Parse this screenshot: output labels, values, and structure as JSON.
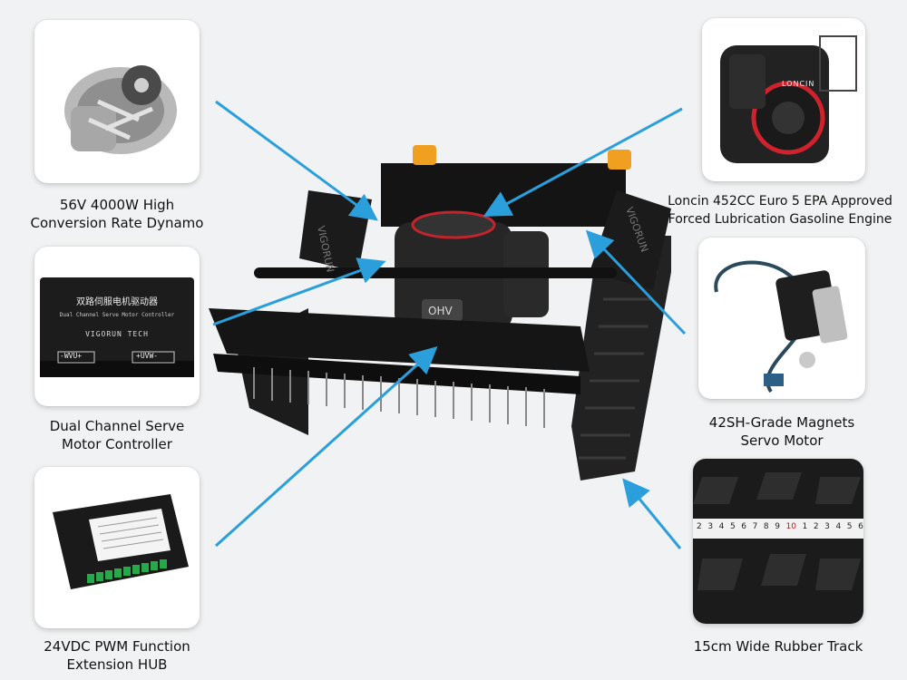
{
  "accent_color": "#2b9fdc",
  "center_image": {
    "icon": "remote-controlled-tracked-lawn-mower",
    "brand_text": "VIGORUN",
    "engine_text": "OHV"
  },
  "components": [
    {
      "id": "dynamo",
      "icon": "dynamo-alternator",
      "caption_lines": [
        "56V 4000W High",
        "Conversion Rate Dynamo"
      ]
    },
    {
      "id": "controller",
      "icon": "servo-motor-controller-box",
      "caption_lines": [
        "Dual Channel Serve",
        "Motor Controller"
      ],
      "device_text": {
        "title_cn": "双路伺服电机驱动器",
        "subtitle": "Dual Channel Serve Motor Controller",
        "brand": "VIGORUN TECH",
        "terminals_left": "-WVU+",
        "terminals_right": "+UVW-"
      }
    },
    {
      "id": "hub",
      "icon": "pwm-extension-hub-module",
      "caption_lines": [
        "24VDC PWM Function",
        "Extension HUB"
      ]
    },
    {
      "id": "engine",
      "icon": "gasoline-engine",
      "caption_lines": [
        "Loncin 452CC Euro 5 EPA Approved",
        "Forced Lubrication Gasoline Engine"
      ],
      "device_text": {
        "brand": "LONCIN"
      }
    },
    {
      "id": "servo",
      "icon": "servo-motor-with-cable",
      "caption_lines": [
        "42SH-Grade Magnets",
        "Servo Motor"
      ]
    },
    {
      "id": "track",
      "icon": "rubber-track-with-ruler",
      "caption_lines": [
        "15cm Wide Rubber Track"
      ],
      "ruler_digits": [
        "2",
        "3",
        "4",
        "5",
        "6",
        "7",
        "8",
        "9",
        "10",
        "1",
        "2",
        "3",
        "4",
        "5",
        "6"
      ]
    }
  ]
}
